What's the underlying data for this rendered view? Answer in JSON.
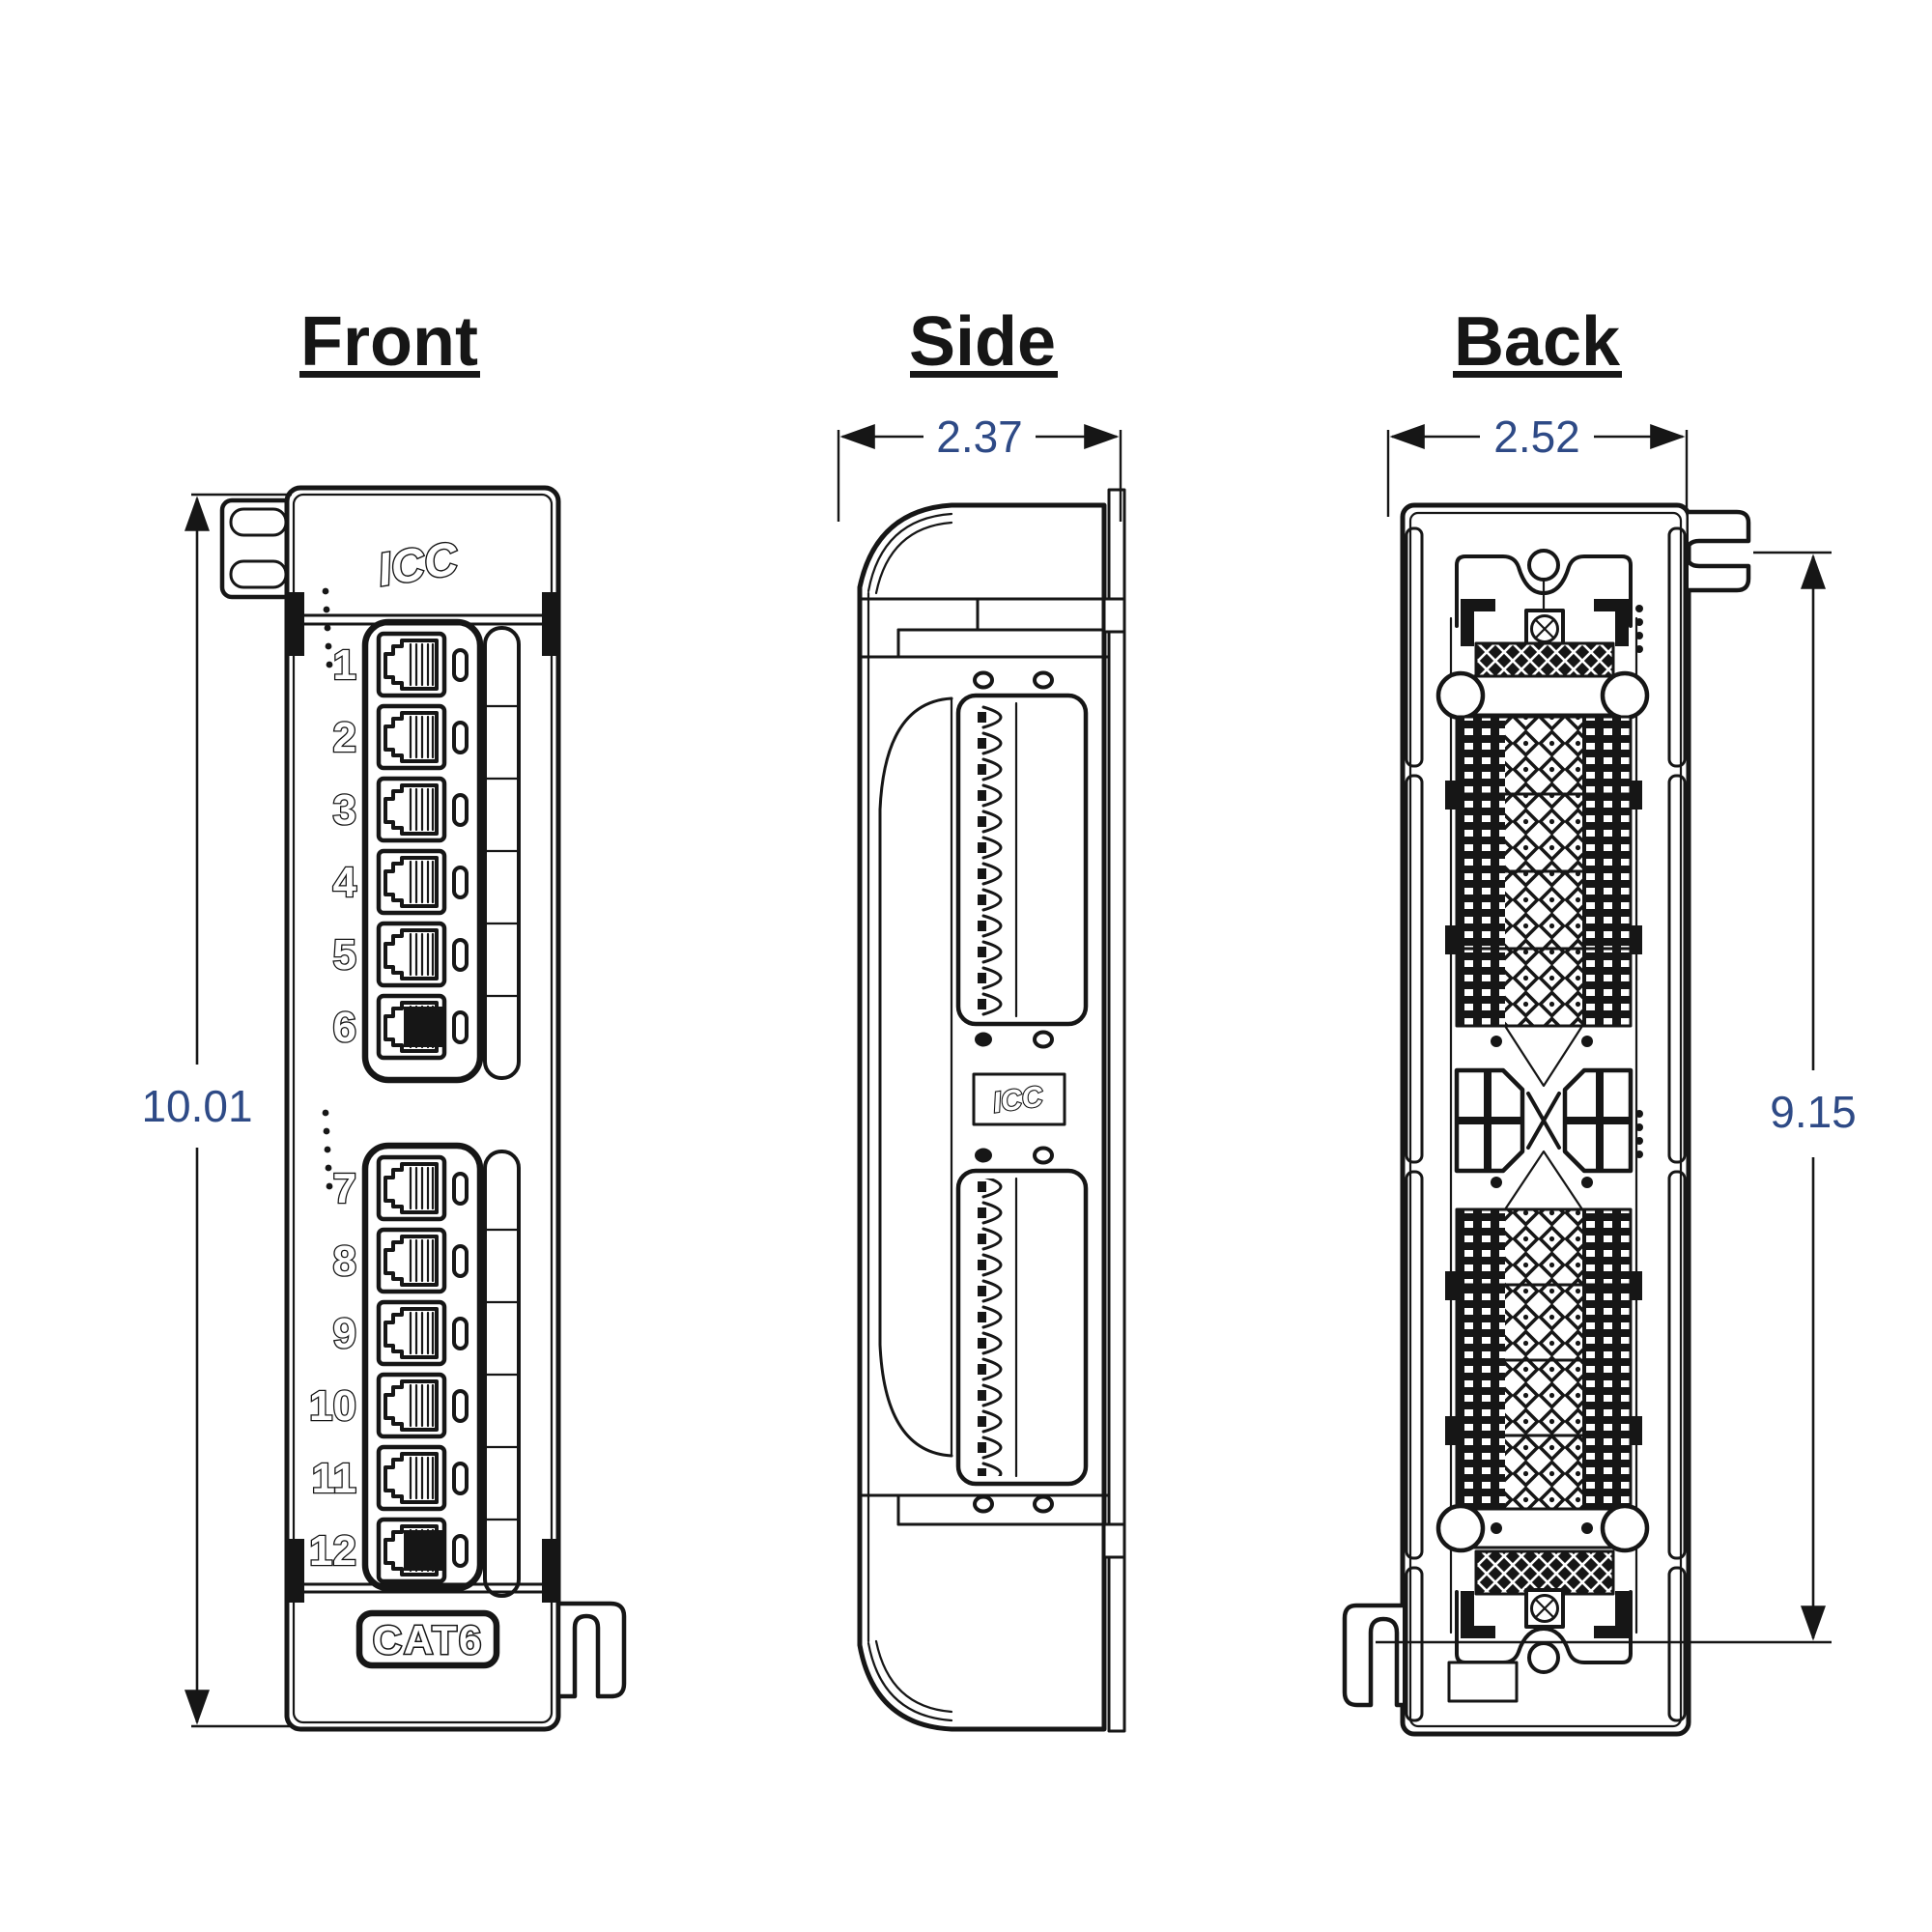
{
  "drawing": {
    "type": "mechanical-3-view",
    "subject": "12-port CAT6 wall-mount patch panel",
    "units_note": "inches"
  },
  "colors": {
    "line": "#161616",
    "dim-text": "#2e4a86",
    "bg": "#ffffff"
  },
  "views": {
    "front": {
      "title": "Front",
      "height_dim": "10.01",
      "brand_logo": "ICC",
      "category_badge": "CAT6",
      "ports": [
        "1",
        "2",
        "3",
        "4",
        "5",
        "6",
        "7",
        "8",
        "9",
        "10",
        "11",
        "12"
      ]
    },
    "side": {
      "title": "Side",
      "width_dim": "2.37",
      "brand_logo": "ICC"
    },
    "back": {
      "title": "Back",
      "width_dim": "2.52",
      "height_dim": "9.15"
    }
  }
}
